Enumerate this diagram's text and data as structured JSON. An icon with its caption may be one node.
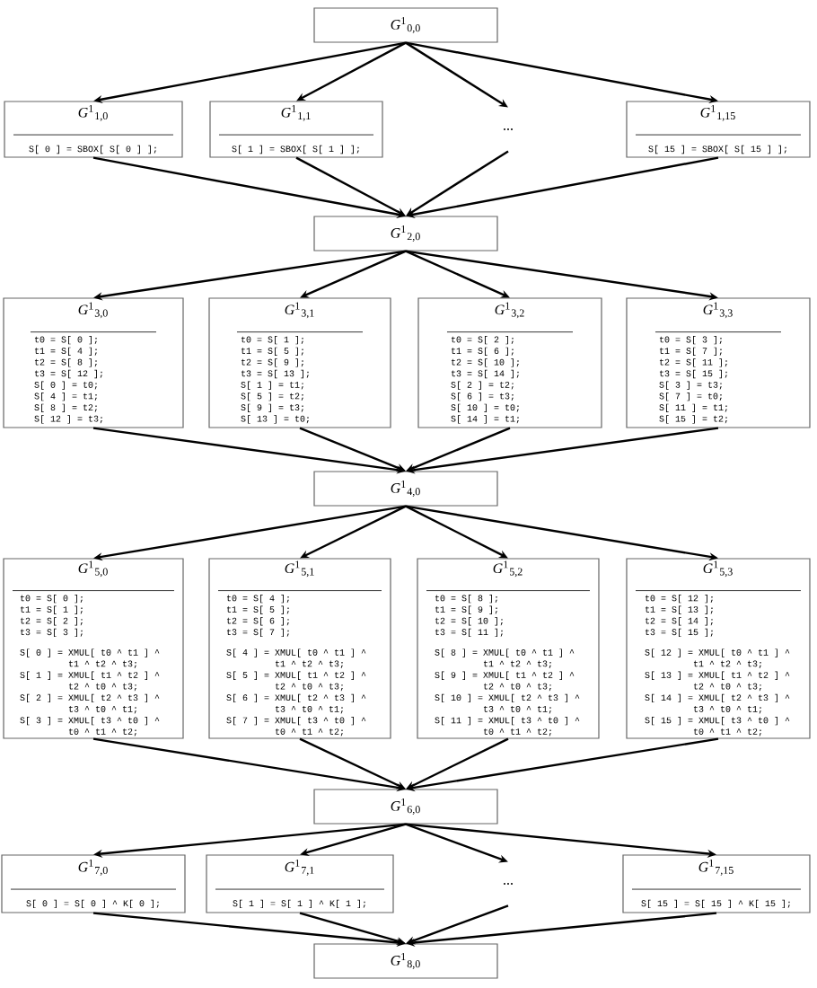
{
  "diagram": {
    "nodes": [
      {
        "text": [
          "*G*$^{1}$$_{0,0}$"
        ]
      },
      {
        "text": [
          "*G*$^{1}$$_{1,0}$",
          "S[ 0 ] = SBOX[ S[ 0 ] ];"
        ]
      },
      {
        "text": [
          "*G*$^{1}$$_{1,1}$",
          "S[ 1 ] = SBOX[ S[ 1 ] ];"
        ]
      },
      {
        "text": [
          "..."
        ]
      },
      {
        "text": [
          "*G*$^{1}$$_{1,15}$",
          "S[ 15 ] = SBOX[ S[ 15 ] ];"
        ]
      },
      {
        "text": [
          "*G*$^{1}$$_{2,0}$"
        ]
      },
      {
        "text": [
          "*G*$^{1}$$_{3,0}$",
          "t0 = S[ 0 ];",
          "t1 = S[ 4 ];",
          "t2 = S[ 8 ];",
          "t3 = S[ 12 ];",
          "S[ 0 ] = t0;",
          "S[ 4 ] = t1;",
          "S[ 8 ] = t2;",
          "S[ 12 ] = t3;"
        ]
      },
      {
        "text": [
          "*G*$^{1}$$_{3,1}$",
          "t0 = S[ 1 ];",
          "t1 = S[ 5 ];",
          "t2 = S[ 9 ];",
          "t3 = S[ 13 ];",
          "S[ 1 ] = t1;",
          "S[ 5 ] = t2;",
          "S[ 9 ] = t3;",
          "S[ 13 ] = t0;"
        ]
      },
      {
        "text": [
          "*G*$^{1}$$_{3,2}$",
          "t0 = S[ 2 ];",
          "t1 = S[ 6 ];",
          "t2 = S[ 10 ];",
          "t3 = S[ 14 ];",
          "S[ 2 ] = t2;",
          "S[ 6 ] = t3;",
          "S[ 10 ] = t0;",
          "S[ 14 ] = t1;"
        ]
      },
      {
        "text": [
          "*G*$^{1}$$_{3,3}$",
          "t0 = S[ 3 ];",
          "t1 = S[ 7 ];",
          "t2 = S[ 11 ];",
          "t3 = S[ 15 ];",
          "S[ 3 ] = t3;",
          "S[ 7 ] = t0;",
          "S[ 11 ] = t1;",
          "S[ 15 ] = t2;"
        ]
      },
      {
        "text": [
          "*G*$^{1}$$_{4,0}$"
        ]
      },
      {
        "text": [
          "*G*$^{1}$$_{5,0}$",
          "t0 = S[ 0 ];",
          "t1 = S[ 1 ];",
          "t2 = S[ 2 ];",
          "t3 = S[ 3 ];",
          "S[ 0 ] = XMUL[ t0 ^ t1 ] ^ t1 ^ t2 ^ t3;",
          "S[ 1 ] = XMUL[ t1 ^ t2 ] ^ t2 ^ t0 ^ t3;",
          "S[ 2 ] = XMUL[ t2 ^ t3 ] ^ t3 ^ t0 ^ t1;",
          "S[ 3 ] = XMUL[ t3 ^ t0 ] ^ t0 ^ t1 ^ t2;"
        ]
      },
      {
        "text": [
          "*G*$^{1}$$_{5,1}$",
          "t0 = S[ 4 ];",
          "t1 = S[ 5 ];",
          "t2 = S[ 6 ];",
          "t3 = S[ 7 ];",
          "S[ 4 ] = XMUL[ t0 ^ t1 ] ^ t1 ^ t2 ^ t3;",
          "S[ 5 ] = XMUL[ t1 ^ t2 ] ^ t2 ^ t0 ^ t3;",
          "S[ 6 ] = XMUL[ t2 ^ t3 ] ^ t3 ^ t0 ^ t1;",
          "S[ 7 ] = XMUL[ t3 ^ t0 ] ^ t0 ^ t1 ^ t2;"
        ]
      },
      {
        "text": [
          "*G*$^{1}$$_{5,2}$",
          "t0 = S[ 8 ];",
          "t1 = S[ 9 ];",
          "t2 = S[ 10 ];",
          "t3 = S[ 11 ];",
          "S[ 8 ] = XMUL[ t0 ^ t1 ] ^ t1 ^ t2 ^ t3;",
          "S[ 9 ] = XMUL[ t1 ^ t2 ] ^ t2 ^ t0 ^ t3;",
          "S[ 10 ] = XMUL[ t2 ^ t3 ] ^ t3 ^ t0 ^ t1;",
          "S[ 11 ] = XMUL[ t3 ^ t0 ] ^ t0 ^ t1 ^ t2;"
        ]
      },
      {
        "text": [
          "*G*$^{1}$$_{5,3}$",
          "t0 = S[ 12 ];",
          "t1 = S[ 13 ];",
          "t2 = S[ 14 ];",
          "t3 = S[ 15 ];",
          "S[ 12 ] = XMUL[ t0 ^ t1 ] ^ t1 ^ t2 ^ t3;",
          "S[ 13 ] = XMUL[ t1 ^ t2 ] ^ t2 ^ t0 ^ t3;",
          "S[ 14 ] = XMUL[ t2 ^ t3 ] ^ t3 ^ t0 ^ t1;",
          "S[ 15 ] = XMUL[ t3 ^ t0 ] ^ t0 ^ t1 ^ t2;"
        ]
      },
      {
        "text": [
          "*G*$^{1}$$_{6,0}$"
        ]
      },
      {
        "text": [
          "*G*$^{1}$$_{7,0}$",
          "S[ 0 ] = S[ 0 ] ^ K[ 0 ];"
        ]
      },
      {
        "text": [
          "*G*$^{1}$$_{7,1}$",
          "S[ 1 ] = S[ 1 ] ^ K[ 1 ];"
        ]
      },
      {
        "text": [
          "..."
        ]
      },
      {
        "text": [
          "*G*$^{1}$$_{7,15}$",
          "S[ 15 ] = S[ 15 ] ^ K[ 15 ];"
        ]
      },
      {
        "text": [
          "*G*$^{1}$$_{8,0}$"
        ]
      }
    ],
    "edges": [
      {
        "from": 0,
        "to": 1,
        "arrow": "to"
      },
      {
        "from": 0,
        "to": 2,
        "arrow": "to"
      },
      {
        "from": 0,
        "to": 3,
        "arrow": "to"
      },
      {
        "from": 0,
        "to": 4,
        "arrow": "to"
      },
      {
        "from": 1,
        "to": 5,
        "arrow": "to"
      },
      {
        "from": 2,
        "to": 5,
        "arrow": "to"
      },
      {
        "from": 3,
        "to": 5,
        "arrow": "to"
      },
      {
        "from": 4,
        "to": 5,
        "arrow": "to"
      },
      {
        "from": 5,
        "to": 6,
        "arrow": "to"
      },
      {
        "from": 5,
        "to": 7,
        "arrow": "to"
      },
      {
        "from": 5,
        "to": 8,
        "arrow": "to"
      },
      {
        "from": 5,
        "to": 9,
        "arrow": "to"
      },
      {
        "from": 6,
        "to": 10,
        "arrow": "to"
      },
      {
        "from": 7,
        "to": 10,
        "arrow": "to"
      },
      {
        "from": 8,
        "to": 10,
        "arrow": "to"
      },
      {
        "from": 9,
        "to": 10,
        "arrow": "to"
      },
      {
        "from": 10,
        "to": 11,
        "arrow": "to"
      },
      {
        "from": 10,
        "to": 12,
        "arrow": "to"
      },
      {
        "from": 10,
        "to": 13,
        "arrow": "to"
      },
      {
        "from": 10,
        "to": 14,
        "arrow": "to"
      },
      {
        "from": 11,
        "to": 15,
        "arrow": "to"
      },
      {
        "from": 12,
        "to": 15,
        "arrow": "to"
      },
      {
        "from": 13,
        "to": 15,
        "arrow": "to"
      },
      {
        "from": 14,
        "to": 15,
        "arrow": "to"
      },
      {
        "from": 15,
        "to": 16,
        "arrow": "to"
      },
      {
        "from": 15,
        "to": 17,
        "arrow": "to"
      },
      {
        "from": 15,
        "to": 18,
        "arrow": "to"
      },
      {
        "from": 15,
        "to": 19,
        "arrow": "to"
      },
      {
        "from": 16,
        "to": 20,
        "arrow": "to"
      },
      {
        "from": 17,
        "to": 20,
        "arrow": "to"
      },
      {
        "from": 18,
        "to": 20,
        "arrow": "to"
      },
      {
        "from": 19,
        "to": 20,
        "arrow": "to"
      }
    ]
  }
}
